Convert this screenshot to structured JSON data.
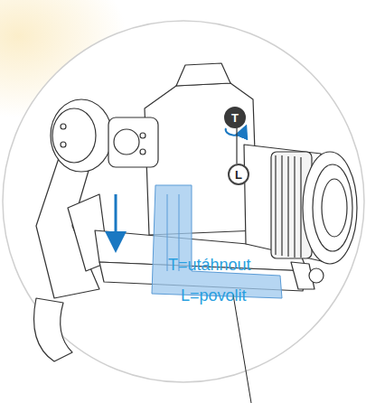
{
  "diagram": {
    "labels": [
      "T",
      "L",
      "T=utáhnout",
      "L=povolit"
    ]
  }
}
